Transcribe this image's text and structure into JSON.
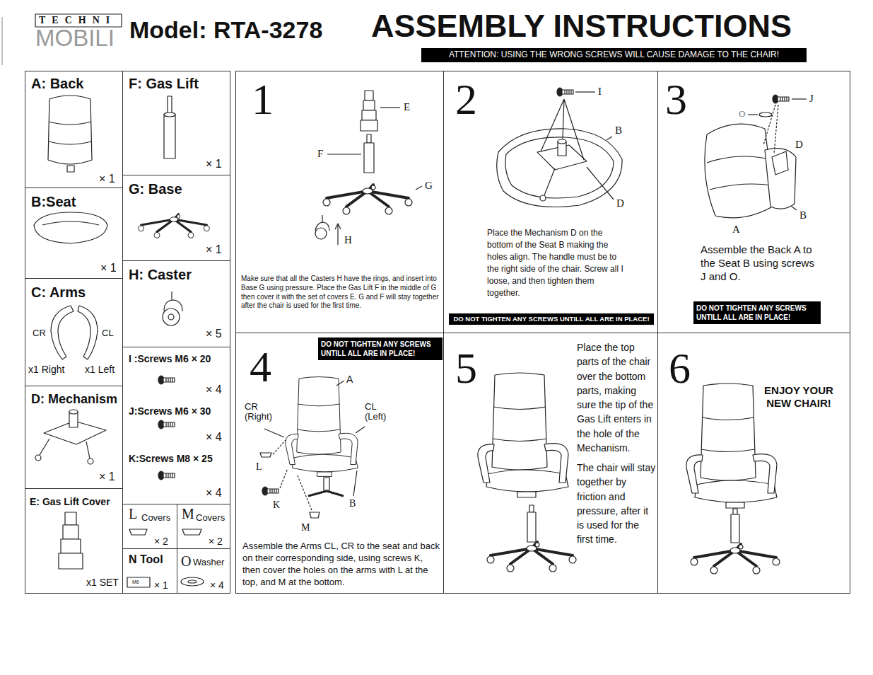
{
  "diagram": {
    "title": "ASSEMBLY INSTRUCTIONS",
    "nodes": [
      {
        "text": [
          "ATTENTION: USING THE WRONG SCREWS WILL CAUSE DAMAGE TO THE CHAIR!"
        ]
      },
      {
        "text": [
          "A: Back",
          "× 1"
        ]
      },
      {
        "text": [
          "B:Seat",
          "× 1"
        ]
      },
      {
        "text": [
          "C: Arms",
          "CR",
          "CL",
          "x1 Right",
          "x1 Left"
        ]
      },
      {
        "text": [
          "D: Mechanism",
          "× 1"
        ]
      },
      {
        "text": [
          "E: Gas Lift Cover",
          "x1 SET"
        ]
      },
      {
        "text": [
          "F: Gas Lift",
          "× 1"
        ]
      },
      {
        "text": [
          "G: Base",
          "× 1"
        ]
      },
      {
        "text": [
          "H: Caster",
          "× 5"
        ]
      },
      {
        "text": [
          "I :Screws M6 × 20",
          "× 4"
        ]
      },
      {
        "text": [
          "J:Screws M6 × 30",
          "× 4"
        ]
      },
      {
        "text": [
          "K:Screws M8 × 25",
          "× 4"
        ]
      },
      {
        "text": [
          "L",
          "Covers",
          "× 2"
        ]
      },
      {
        "text": [
          "M",
          "Covers",
          "× 2"
        ]
      },
      {
        "text": [
          "N Tool",
          "M6",
          "× 1"
        ]
      },
      {
        "text": [
          "O",
          "Washer",
          "× 4"
        ]
      },
      {
        "text": [
          "1",
          "Make sure that all the Casters H have the rings, and insert into Base G using pressure. Place the Gas Lift F in the middle of G then cover it with the set of covers E. G and F will stay together after the chair is used for the first time."
        ]
      },
      {
        "text": [
          "2",
          "Place the Mechanism D on the bottom of the Seat B making the holes align. The handle must be to the right side of the chair. Screw all I loose, and then tighten them together."
        ]
      },
      {
        "text": [
          "DO NOT TIGHTEN ANY SCREWS UNTILL ALL ARE IN PLACE!"
        ],
        "in": 17
      },
      {
        "text": [
          "3",
          "Assemble the Back A to the Seat B using screws J and O."
        ]
      },
      {
        "text": [
          "DO NOT TIGHTEN ANY SCREWS UNTILL ALL ARE IN PLACE!"
        ],
        "in": 19
      },
      {
        "text": [
          "4",
          "Assemble the Arms CL, CR to the seat and back on their corresponding side, using screws K, then cover the holes on the arms with L at the top, and M at the bottom."
        ]
      },
      {
        "text": [
          "DO NOT TIGHTEN ANY SCREWS UNTILL ALL ARE IN PLACE!"
        ],
        "in": 21
      },
      {
        "text": [
          "5",
          "Place the top parts of the chair over the bottom parts, making sure the tip of the Gas Lift enters in the hole of the Mechanism.",
          "The chair will stay together by friction and pressure, after it is used for the first time."
        ]
      },
      {
        "text": [
          "6",
          "ENJOY YOUR NEW CHAIR!"
        ]
      }
    ],
    "labels": [
      "TECHNI",
      "MOBILI",
      "Model: RTA-3278",
      "E",
      "F",
      "G",
      "H",
      "I",
      "B",
      "D",
      "J",
      "O",
      "D",
      "B",
      "A",
      "A",
      "CR (Right)",
      "CL (Left)",
      "L",
      "K",
      "B",
      "M"
    ]
  }
}
